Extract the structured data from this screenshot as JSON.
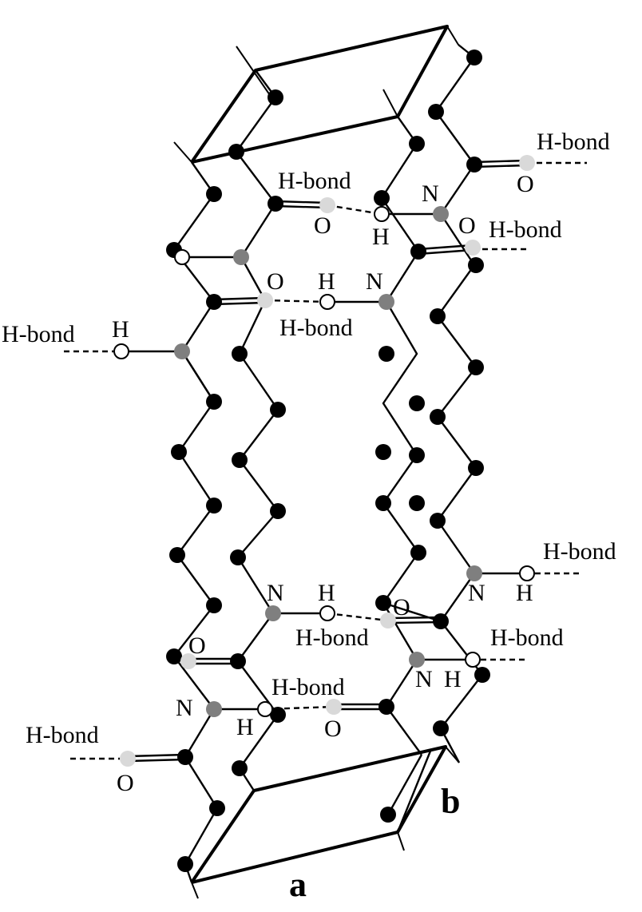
{
  "labels": {
    "hbond": "H-bond",
    "oxygen": "O",
    "nitrogen": "N",
    "hydrogen": "H"
  },
  "axes": {
    "a": "a",
    "b": "b"
  },
  "colors": {
    "background": "#ffffff",
    "bond": "#000000",
    "carbon": "#000000",
    "nitrogen": "#7f7f7f",
    "oxygen": "#d9d9d9",
    "hydrogen_fill": "#ffffff",
    "hydrogen_stroke": "#000000"
  }
}
